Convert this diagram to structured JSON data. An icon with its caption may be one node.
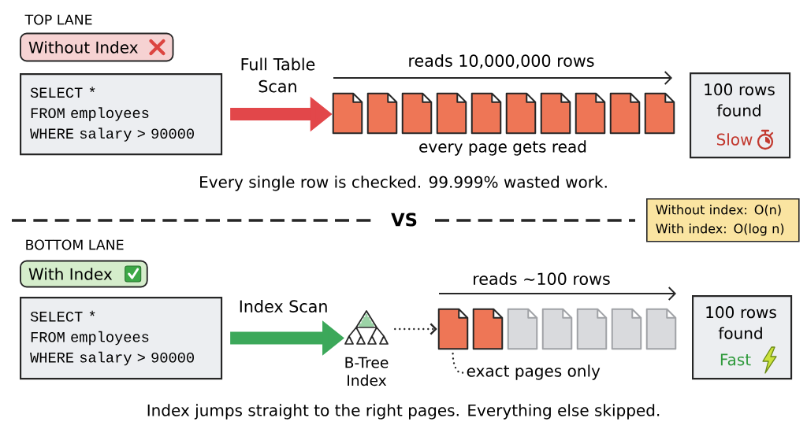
{
  "diagram": {
    "nodes": [
      {
        "text": [
          "Without Index"
        ]
      },
      {
        "text": [
          "SELECT *",
          "FROM employees",
          "WHERE salary > 90000"
        ]
      },
      {
        "text": [],
        "shape": "document"
      },
      {
        "text": [],
        "shape": "document"
      },
      {
        "text": [],
        "shape": "document"
      },
      {
        "text": [],
        "shape": "document"
      },
      {
        "text": [],
        "shape": "document"
      },
      {
        "text": [],
        "shape": "document"
      },
      {
        "text": [],
        "shape": "document"
      },
      {
        "text": [],
        "shape": "document"
      },
      {
        "text": [],
        "shape": "document"
      },
      {
        "text": [],
        "shape": "document"
      },
      {
        "text": [
          "100 rows found",
          "Slow"
        ]
      },
      {
        "text": [
          "Without index: O(n)",
          "With index: O(log n)"
        ]
      },
      {
        "text": [
          "With Index"
        ]
      },
      {
        "text": [
          "SELECT *",
          "FROM employees",
          "WHERE salary > 90000"
        ]
      },
      {
        "text": [
          "B-Tree Index"
        ]
      },
      {
        "text": [],
        "shape": "document"
      },
      {
        "text": [],
        "shape": "document"
      },
      {
        "text": [],
        "shape": "document"
      },
      {
        "text": [],
        "shape": "document"
      },
      {
        "text": [],
        "shape": "document"
      },
      {
        "text": [],
        "shape": "document"
      },
      {
        "text": [],
        "shape": "document"
      },
      {
        "text": [
          "exact pages only"
        ]
      },
      {
        "text": [
          "100 rows found",
          "Fast"
        ]
      }
    ],
    "edges": [
      {
        "from": 1,
        "to": 2,
        "arrow": "to",
        "label": "Full Table Scan",
        "style": "thick",
        "color": "#e2474a"
      },
      {
        "from": 15,
        "to": 16,
        "arrow": "to",
        "label": "Index Scan",
        "style": "thick",
        "color": "#3ca85a"
      },
      {
        "from": 16,
        "to": 17,
        "arrow": "to",
        "style": "dashed"
      },
      {
        "from": 24,
        "to": 17,
        "arrow": "none",
        "style": "dashed"
      }
    ],
    "labels": [
      "TOP LANE",
      "reads 10,000,000 rows",
      "every page gets read",
      "Every single row is checked. 99.999% wasted work.",
      "VS",
      "BOTTOM LANE",
      "reads ~100 rows",
      "Index jumps straight to the right pages. Everything else skipped."
    ]
  }
}
